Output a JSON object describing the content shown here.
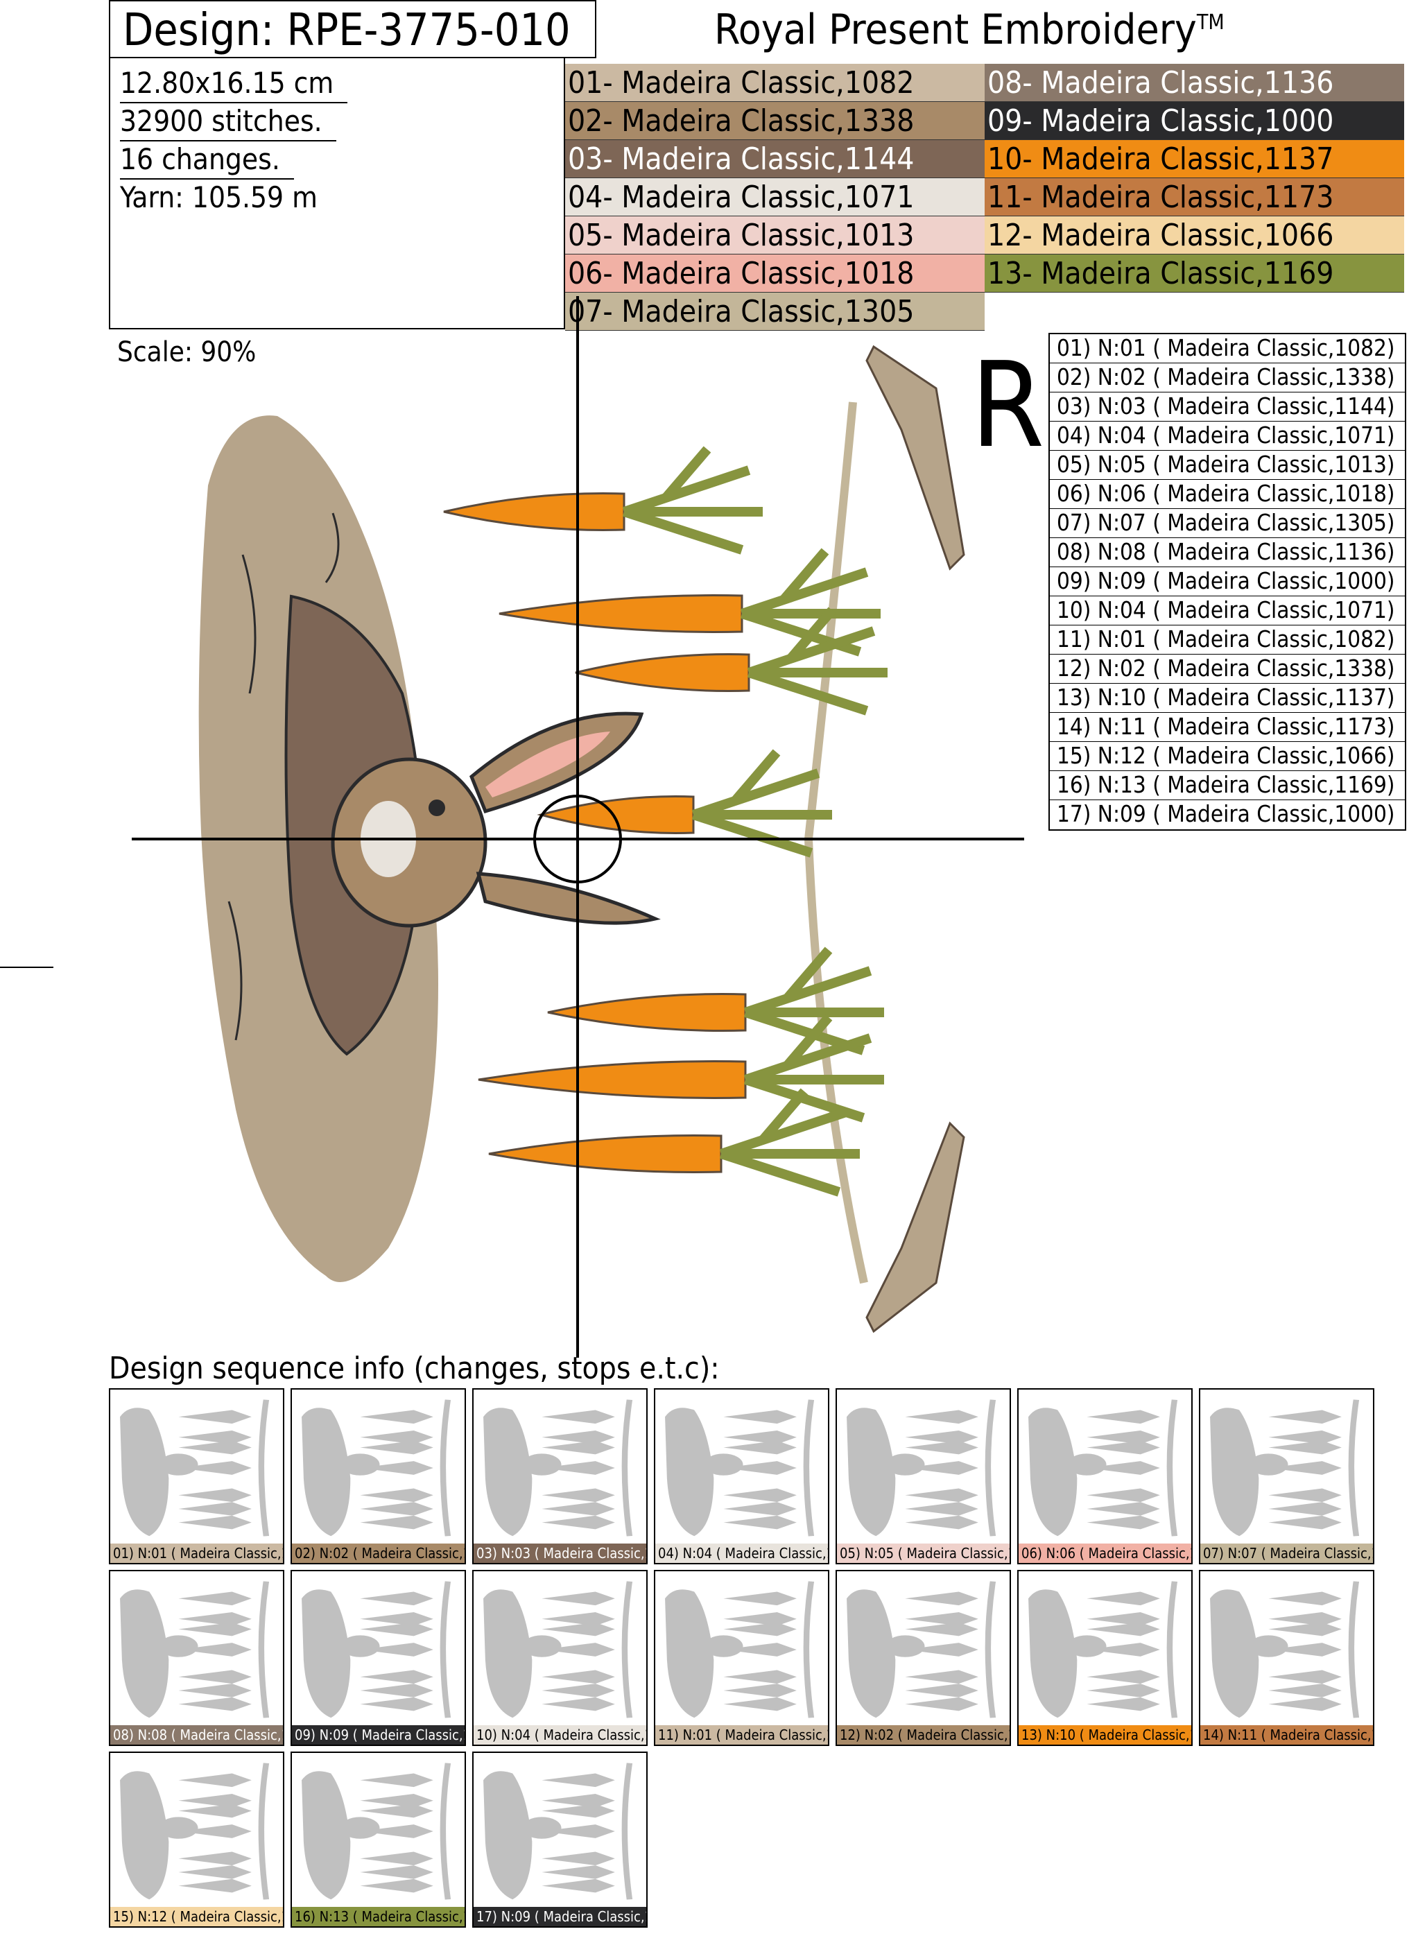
{
  "header": {
    "design_title": "Design: RPE-3775-010",
    "brand": "Royal Present Embroidery",
    "brand_mark": "TM"
  },
  "info": {
    "size": "12.80x16.15 cm",
    "stitches": "32900 stitches.",
    "changes": "16 changes.",
    "yarn": "Yarn: 105.59 m"
  },
  "scale": "Scale: 90%",
  "r_mark": "R",
  "colors": [
    {
      "label": "01- Madeira Classic,1082",
      "bg": "#cbb9a2",
      "fg": "#000000"
    },
    {
      "label": "02- Madeira Classic,1338",
      "bg": "#a88a68",
      "fg": "#000000"
    },
    {
      "label": "03- Madeira Classic,1144",
      "bg": "#7e6656",
      "fg": "#ffffff"
    },
    {
      "label": "04- Madeira Classic,1071",
      "bg": "#e8e3dc",
      "fg": "#000000"
    },
    {
      "label": "05- Madeira Classic,1013",
      "bg": "#efd1cb",
      "fg": "#000000"
    },
    {
      "label": "06- Madeira Classic,1018",
      "bg": "#f1b1a5",
      "fg": "#000000"
    },
    {
      "label": "07- Madeira Classic,1305",
      "bg": "#c3b699",
      "fg": "#000000"
    },
    {
      "label": "08- Madeira Classic,1136",
      "bg": "#8a786a",
      "fg": "#ffffff"
    },
    {
      "label": "09- Madeira Classic,1000",
      "bg": "#2a2a2c",
      "fg": "#ffffff"
    },
    {
      "label": "10- Madeira Classic,1137",
      "bg": "#f08c14",
      "fg": "#000000"
    },
    {
      "label": "11- Madeira Classic,1173",
      "bg": "#c27a42",
      "fg": "#000000"
    },
    {
      "label": "12- Madeira Classic,1066",
      "bg": "#f4d6a2",
      "fg": "#000000"
    },
    {
      "label": "13- Madeira Classic,1169",
      "bg": "#87943f",
      "fg": "#000000"
    }
  ],
  "sequence": [
    {
      "label": "01) N:01 ( Madeira Classic,1082)",
      "color": 1
    },
    {
      "label": "02) N:02 ( Madeira Classic,1338)",
      "color": 2
    },
    {
      "label": "03) N:03 ( Madeira Classic,1144)",
      "color": 3
    },
    {
      "label": "04) N:04 ( Madeira Classic,1071)",
      "color": 4
    },
    {
      "label": "05) N:05 ( Madeira Classic,1013)",
      "color": 5
    },
    {
      "label": "06) N:06 ( Madeira Classic,1018)",
      "color": 6
    },
    {
      "label": "07) N:07 ( Madeira Classic,1305)",
      "color": 7
    },
    {
      "label": "08) N:08 ( Madeira Classic,1136)",
      "color": 8
    },
    {
      "label": "09) N:09 ( Madeira Classic,1000)",
      "color": 9
    },
    {
      "label": "10) N:04 ( Madeira Classic,1071)",
      "color": 4
    },
    {
      "label": "11) N:01 ( Madeira Classic,1082)",
      "color": 1
    },
    {
      "label": "12) N:02 ( Madeira Classic,1338)",
      "color": 2
    },
    {
      "label": "13) N:10 ( Madeira Classic,1137)",
      "color": 10
    },
    {
      "label": "14) N:11 ( Madeira Classic,1173)",
      "color": 11
    },
    {
      "label": "15) N:12 ( Madeira Classic,1066)",
      "color": 12
    },
    {
      "label": "16) N:13 ( Madeira Classic,1169)",
      "color": 13
    },
    {
      "label": "17) N:09 ( Madeira Classic,1000)",
      "color": 9
    }
  ],
  "sequence_title": "Design sequence info (changes, stops e.t.c):"
}
